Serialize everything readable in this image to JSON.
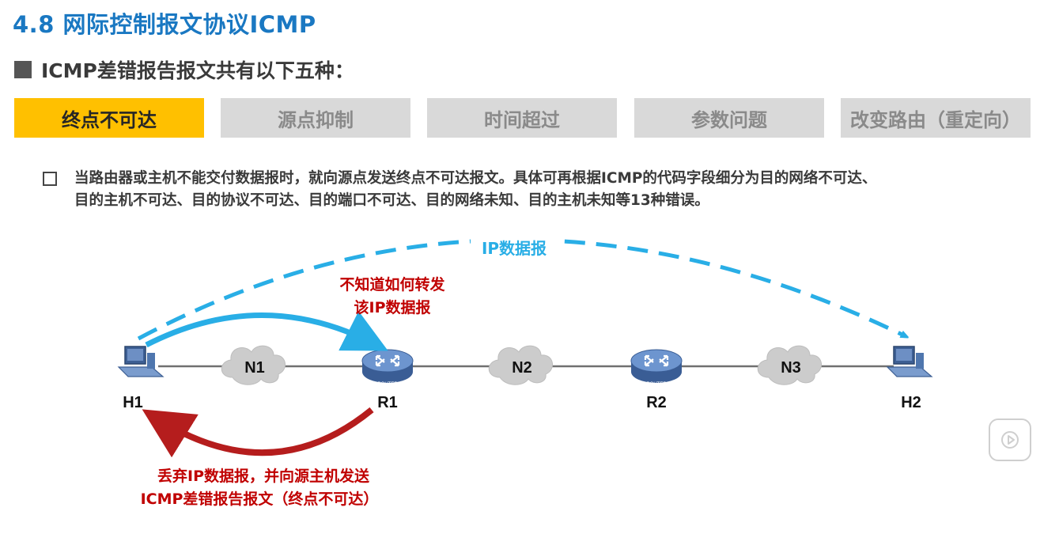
{
  "title": "4.8 网际控制报文协议ICMP",
  "subtitle": "ICMP差错报告报文共有以下五种：",
  "tabs": [
    {
      "label": "终点不可达",
      "active": true
    },
    {
      "label": "源点抑制",
      "active": false
    },
    {
      "label": "时间超过",
      "active": false
    },
    {
      "label": "参数问题",
      "active": false
    },
    {
      "label": "改变路由（重定向）",
      "active": false
    }
  ],
  "description": {
    "line1": "当路由器或主机不能交付数据报时，就向源点发送终点不可达报文。具体可再根据ICMP的代码字段细分为目的网络不可达、",
    "line2": "目的主机不可达、目的协议不可达、目的端口不可达、目的网络未知、目的主机未知等13种错误。"
  },
  "diagram": {
    "nodes": {
      "h1": "H1",
      "r1": "R1",
      "r2": "R2",
      "h2": "H2"
    },
    "networks": [
      "N1",
      "N2",
      "N3"
    ],
    "router_caption": "ROUTER",
    "datagram_label": "IP数据报",
    "r1_note_line1": "不知道如何转发",
    "r1_note_line2": "该IP数据报",
    "return_note_line1": "丢弃IP数据报，并向源主机发送",
    "return_note_line2": "ICMP差错报告报文（终点不可达）"
  },
  "colors": {
    "title_blue": "#1a78c2",
    "tab_active": "#ffc000",
    "tab_inactive": "#d9d9d9",
    "arrow_blue": "#29aee6",
    "arrow_red": "#b51d1d",
    "note_red": "#c00000",
    "router_blue": "#4f76ae",
    "cloud_gray": "#c8c8c8"
  },
  "icons": [
    "computer-icon",
    "router-icon",
    "cloud-icon",
    "play-icon"
  ]
}
